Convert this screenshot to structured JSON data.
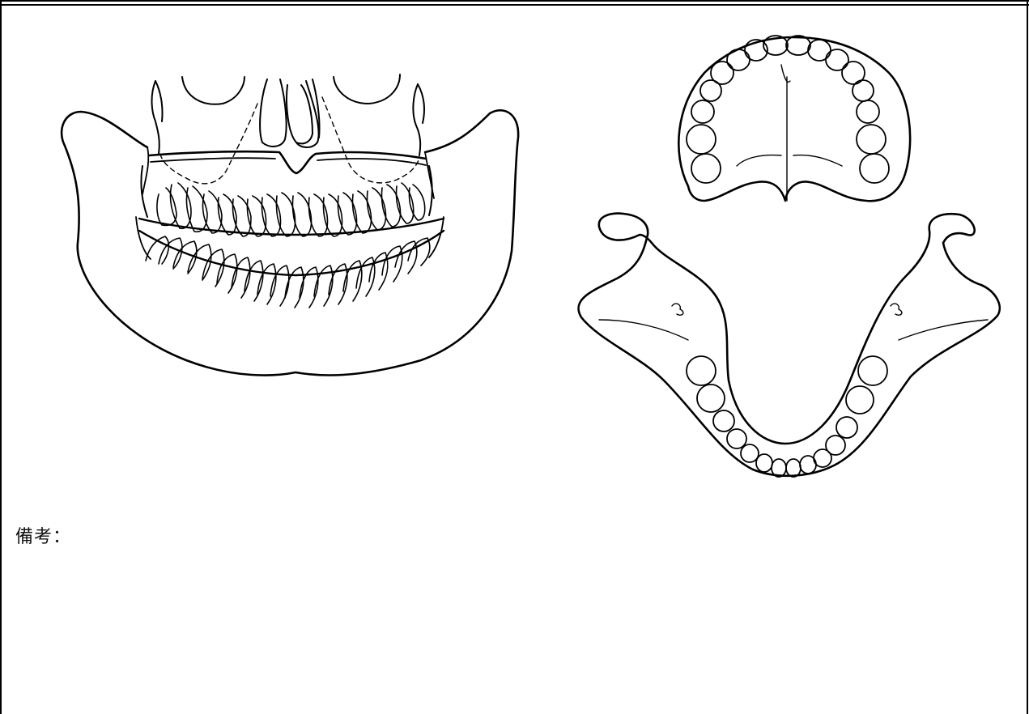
{
  "form": {
    "remarks_label": "備考："
  },
  "illustrations": [
    {
      "name": "frontal-jaw-diagram"
    },
    {
      "name": "upper-arch-occlusal-diagram"
    },
    {
      "name": "lower-arch-occlusal-diagram"
    }
  ],
  "colors": {
    "ink": "#000000",
    "paper": "#ffffff"
  }
}
